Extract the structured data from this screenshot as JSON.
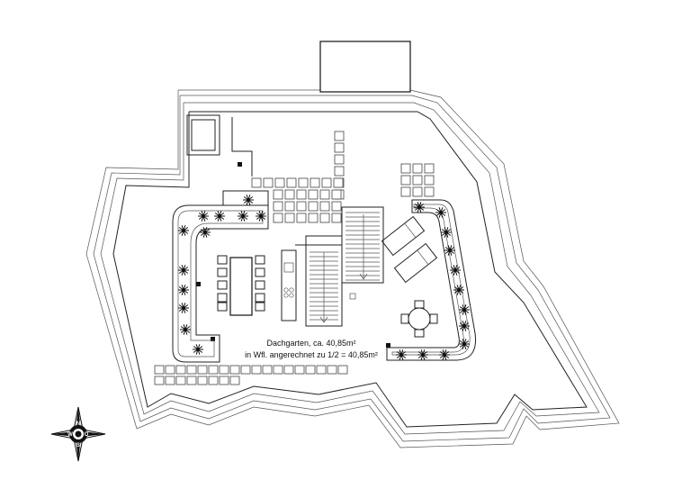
{
  "annotation": {
    "line1": "Dachgarten, ca. 40,85m²",
    "line2": "in Wfl. angerechnet zu 1/2 = 40,85m²"
  },
  "compass": {
    "north": "N",
    "east": "O",
    "south": "S",
    "west": "W"
  }
}
